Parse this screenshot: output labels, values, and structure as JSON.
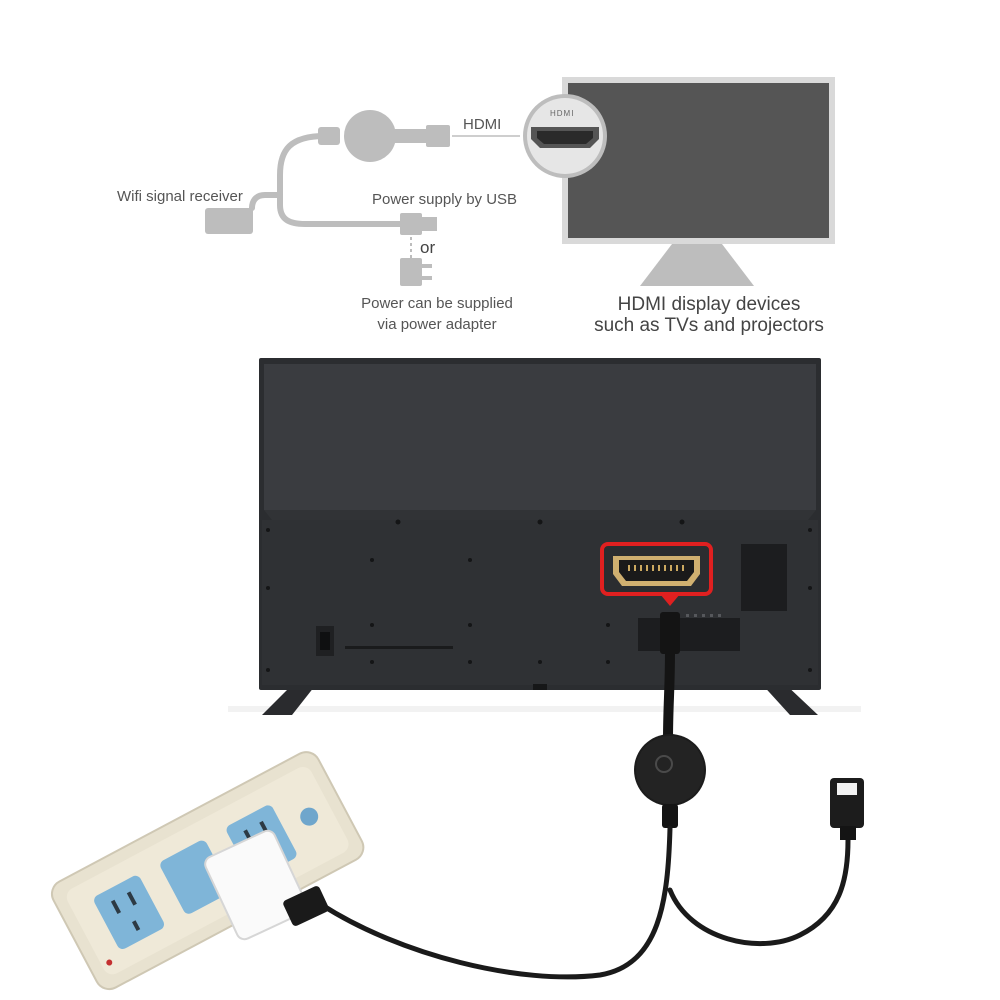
{
  "labels": {
    "hdmi": "HDMI",
    "wifi_receiver": "Wifi signal receiver",
    "power_usb": "Power supply by USB",
    "or": "or",
    "power_adapter_line1": "Power can be supplied",
    "power_adapter_line2": "via power adapter",
    "display_line1": "HDMI display devices",
    "display_line2": "such as TVs and projectors",
    "port_logo": "HDMI"
  },
  "colors": {
    "diagram_gray": "#bdbdbd",
    "tv_body": "#2e3033",
    "tv_panel": "#3a3c40",
    "highlight": "#e02020",
    "dongle": "#1c1c1c",
    "power_strip": "#e8e2d0",
    "socket_blue": "#7fb5d8"
  }
}
